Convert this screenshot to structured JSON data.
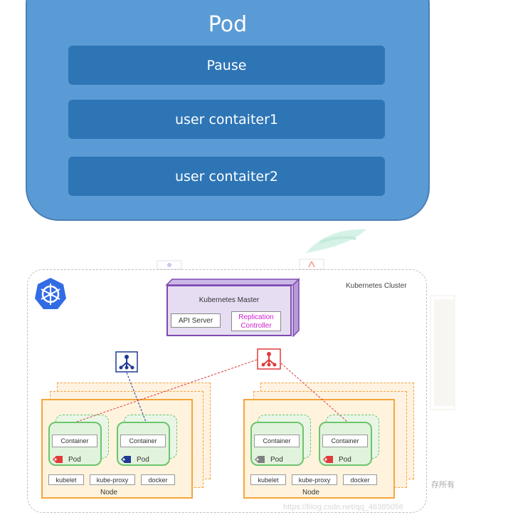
{
  "pod_panel": {
    "title": "Pod",
    "bars": [
      "Pause",
      "user contaiter1",
      "user contaiter2"
    ],
    "fill_color": "#5b9bd5",
    "bar_color": "#2e75b6"
  },
  "cluster": {
    "label": "Kubernetes Cluster",
    "logo": "kubernetes-helm-icon",
    "master": {
      "label": "Kubernetes Master",
      "api_server": "API Server",
      "replication_controller": [
        "Replication",
        "Controller"
      ]
    },
    "nodes": [
      {
        "label": "Node",
        "pods": [
          {
            "container": "Container",
            "label": "Pod",
            "tag_color": "#e03c3c"
          },
          {
            "container": "Container",
            "label": "Pod",
            "tag_color": "#1f3a93"
          }
        ],
        "services": [
          "kubelet",
          "kube-proxy",
          "docker"
        ]
      },
      {
        "label": "Node",
        "pods": [
          {
            "container": "Container",
            "label": "Pod",
            "tag_color": "#808080"
          },
          {
            "container": "Container",
            "label": "Pod",
            "tag_color": "#e03c3c"
          }
        ],
        "services": [
          "kubelet",
          "kube-proxy",
          "docker"
        ]
      }
    ],
    "selectors": [
      {
        "icon": "service-selector-icon",
        "color": "#1f3a93"
      },
      {
        "icon": "service-selector-icon",
        "color": "#e03c3c"
      }
    ]
  },
  "watermark": "https://blog.csdn.net/qq_46385056",
  "side_text": "存所有"
}
